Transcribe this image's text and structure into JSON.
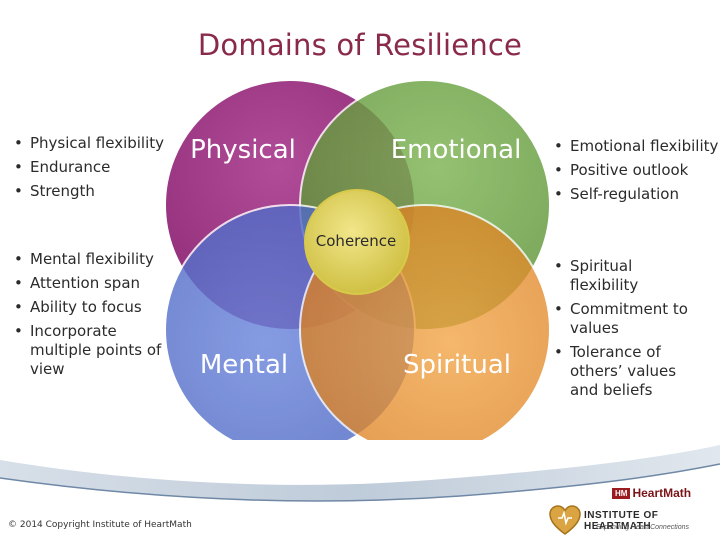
{
  "title": "Domains of Resilience",
  "circles": {
    "physical": {
      "label": "Physical",
      "color": "#a33a88"
    },
    "emotional": {
      "label": "Emotional",
      "color": "#6aa140"
    },
    "mental": {
      "label": "Mental",
      "color": "#5a76d2"
    },
    "spiritual": {
      "label": "Spiritual",
      "color": "#e9912c"
    },
    "center": {
      "label": "Coherence",
      "color": "#e7d95e"
    }
  },
  "bullets": {
    "physical": [
      "Physical flexibility",
      "Endurance",
      "Strength"
    ],
    "mental": [
      "Mental flexibility",
      "Attention span",
      "Ability to focus",
      "Incorporate multiple points of view"
    ],
    "emotional": [
      "Emotional flexibility",
      "Positive outlook",
      "Self-regulation"
    ],
    "spiritual": [
      "Spiritual flexibility",
      "Commitment to values",
      "Tolerance of others’ values and beliefs"
    ]
  },
  "footer": {
    "copyright": "© 2014 Copyright Institute of HeartMath",
    "logo_name": "HeartMath",
    "institute": "INSTITUTE OF HEARTMATH",
    "tagline": "Expanding Heart Connections"
  }
}
